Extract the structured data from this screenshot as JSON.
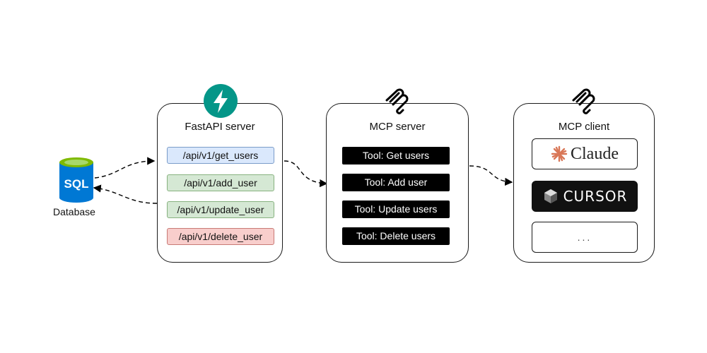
{
  "database": {
    "icon_text": "SQL",
    "label": "Database"
  },
  "fastapi": {
    "title": "FastAPI server",
    "endpoints": [
      {
        "path": "/api/v1/get_users",
        "color": "#dae8fc"
      },
      {
        "path": "/api/v1/add_user",
        "color": "#d5e8d4"
      },
      {
        "path": "/api/v1/update_user",
        "color": "#d5e8d4"
      },
      {
        "path": "/api/v1/delete_user",
        "color": "#f8cecc"
      }
    ]
  },
  "mcp_server": {
    "title": "MCP server",
    "tools": [
      "Tool: Get users",
      "Tool: Add user",
      "Tool: Update users",
      "Tool: Delete users"
    ]
  },
  "mcp_client": {
    "title": "MCP client",
    "clients": [
      {
        "name": "Claude",
        "icon": "claude-star-icon"
      },
      {
        "name": "CURSOR",
        "icon": "cursor-cube-icon"
      },
      {
        "name": "..."
      }
    ]
  },
  "colors": {
    "fastapi_logo": "#049688",
    "sql_blue": "#0078d4",
    "sql_cap": "#7fba00",
    "claude_orange": "#d97757"
  }
}
